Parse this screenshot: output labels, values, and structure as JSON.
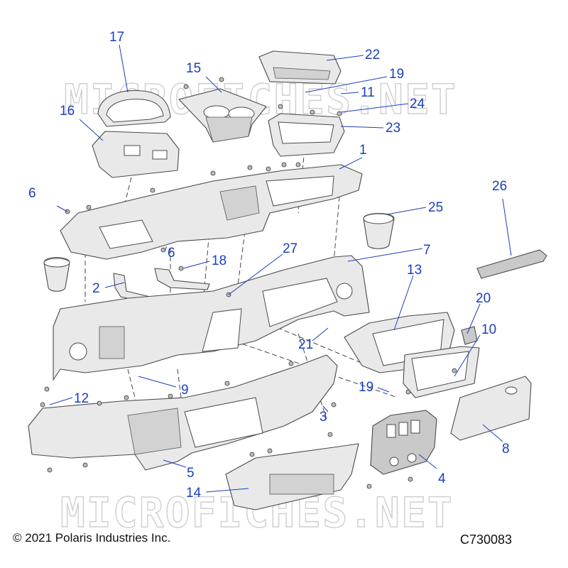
{
  "watermark_text": "MICROFICHES.NET",
  "copyright": "© 2021 Polaris Industries Inc.",
  "figure_id": "C730083",
  "callouts": [
    "1",
    "2",
    "3",
    "4",
    "5",
    "6",
    "6",
    "7",
    "8",
    "9",
    "10",
    "11",
    "12",
    "13",
    "14",
    "15",
    "16",
    "17",
    "18",
    "19",
    "19",
    "20",
    "21",
    "22",
    "23",
    "24",
    "25",
    "26",
    "27"
  ],
  "colors": {
    "callout": "#1a3fbf",
    "part_fill": "#e9e9e9",
    "line": "#4a4a4a"
  }
}
